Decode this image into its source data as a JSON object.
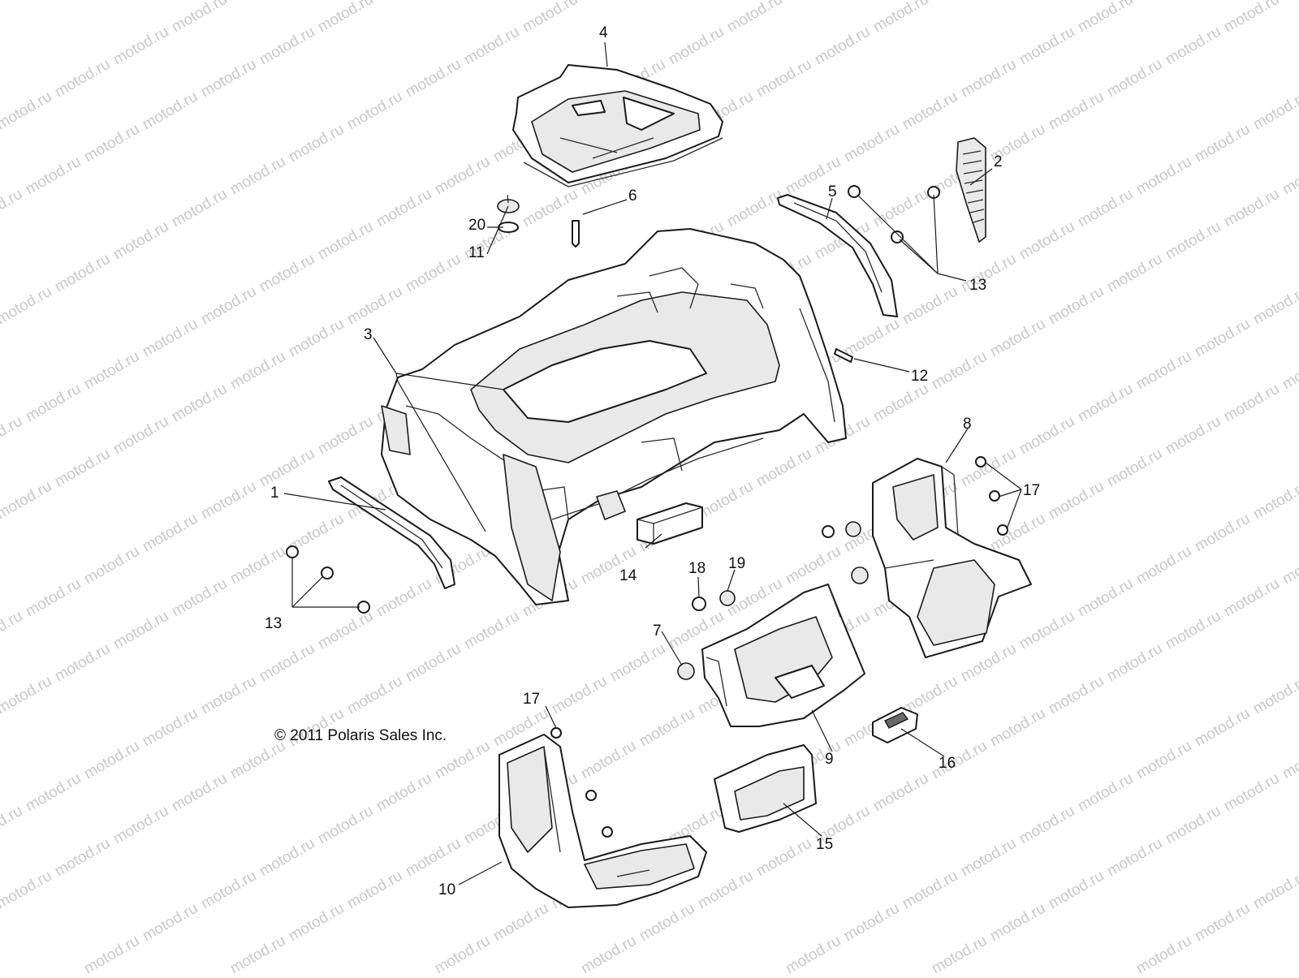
{
  "watermark": {
    "text": "motod.ru",
    "color": "#c9c9c9"
  },
  "copyright": "© 2011 Polaris Sales Inc.",
  "callouts": {
    "c1": "1",
    "c2": "2",
    "c3": "3",
    "c4": "4",
    "c5": "5",
    "c6": "6",
    "c7": "7",
    "c8": "8",
    "c9": "9",
    "c10": "10",
    "c11": "11",
    "c12": "12",
    "c13a": "13",
    "c13b": "13",
    "c14": "14",
    "c15": "15",
    "c16": "16",
    "c17a": "17",
    "c17b": "17",
    "c18": "18",
    "c19": "19",
    "c20": "20"
  }
}
